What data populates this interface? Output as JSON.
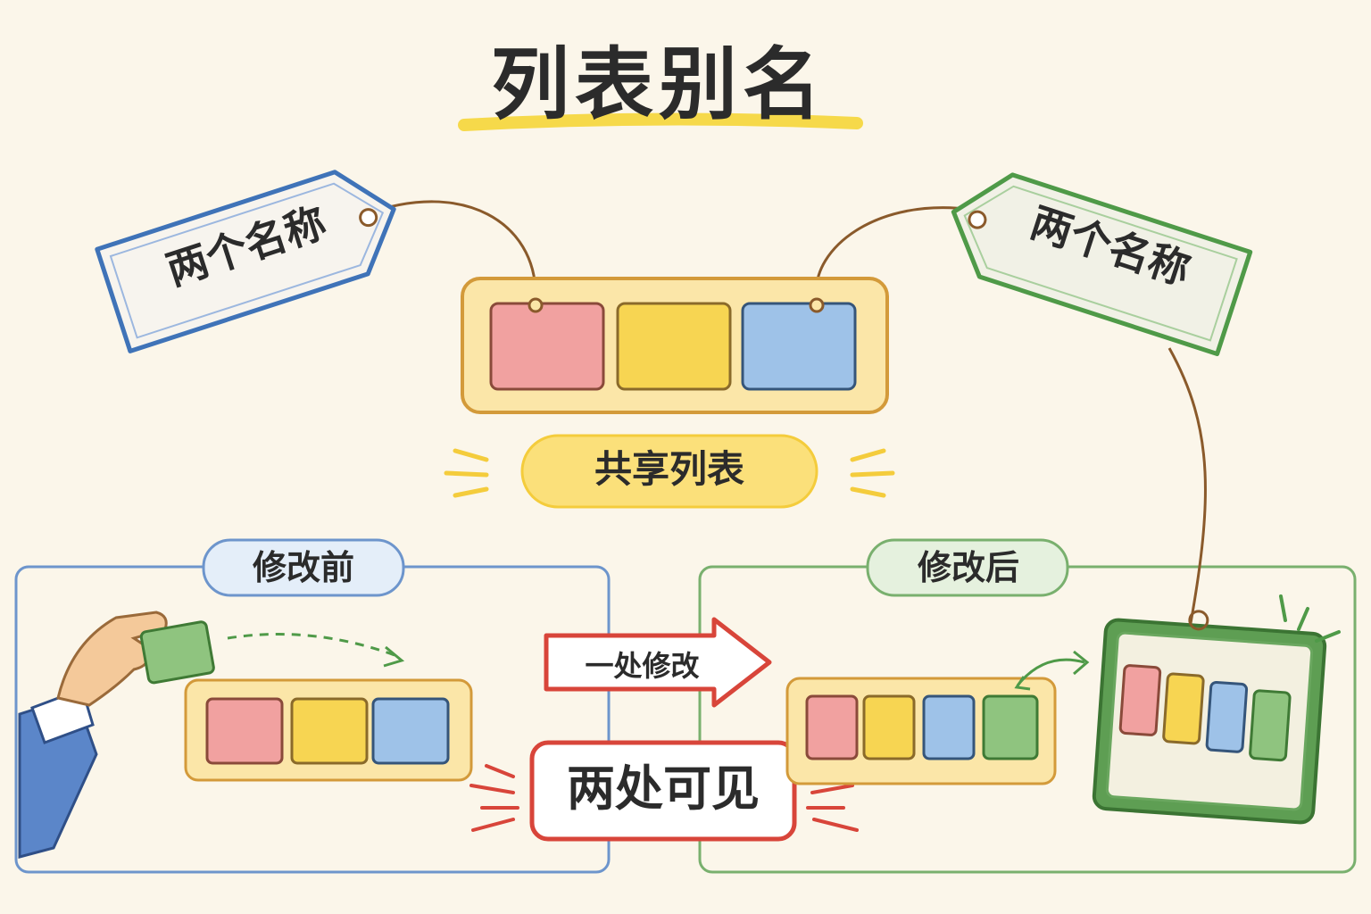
{
  "title": "列表别名",
  "tag_left": {
    "label": "两个名称",
    "color": "#3f73b8"
  },
  "tag_right": {
    "label": "两个名称",
    "color": "#4f9a48"
  },
  "shared_list": {
    "label": "共享列表",
    "items": [
      "red",
      "yellow",
      "blue"
    ]
  },
  "before": {
    "label": "修改前",
    "color": "#3f73b8"
  },
  "after": {
    "label": "修改后",
    "color": "#4f9a48"
  },
  "action_arrow": {
    "label": "一处修改",
    "color": "#d8453a"
  },
  "result": {
    "label": "两处可见",
    "color": "#d8453a"
  },
  "colors": {
    "red": "#f1a1a0",
    "yellow": "#f7d552",
    "blue": "#9ec2e8",
    "green": "#8fc47f",
    "list_bg": "#fbe6a8",
    "list_border": "#d39a3a",
    "string": "#8a5a2b"
  },
  "icons": [
    "hand-icon",
    "green-block-icon",
    "dashed-arrow-icon",
    "curved-arrow-icon"
  ]
}
